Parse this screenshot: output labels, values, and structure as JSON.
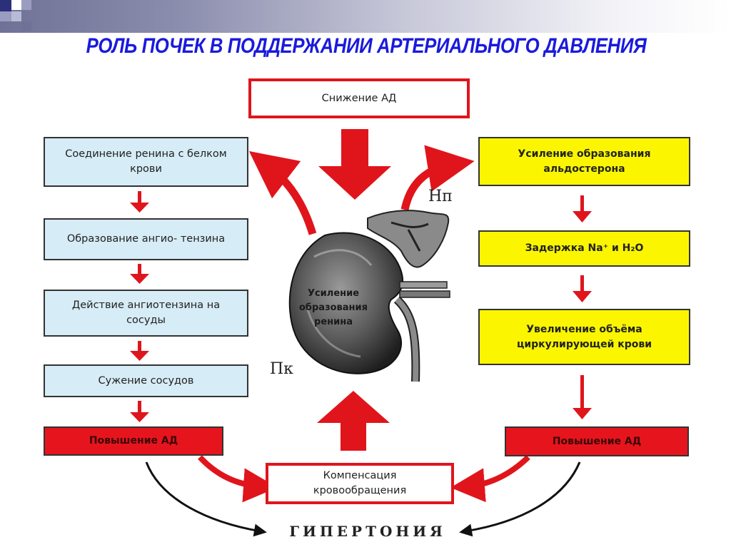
{
  "title": "РОЛЬ ПОЧЕК В ПОДДЕРЖАНИИ АРТЕРИАЛЬНОГО ДАВЛЕНИЯ",
  "top_box": "Снижение АД",
  "left_chain": [
    "Соединение ренина с белком крови",
    "Образование ангио- тензина",
    "Действие ангиотензина на сосуды",
    "Сужение сосудов",
    "Повышение АД"
  ],
  "right_chain": [
    "Усиление образования альдостерона",
    "Задержка Na⁺ и H₂O",
    "Увеличение объёма циркулирующей крови",
    "Повышение АД"
  ],
  "kidney_text": "Усиление образования ренина",
  "label_np": "Нп",
  "label_pk": "Пк",
  "bottom_box": "Компенсация кровообращения",
  "outcome": "ГИПЕРТОНИЯ",
  "colors": {
    "title": "#1a1adc",
    "arrow_red": "#e0151c",
    "blue_box": "#d6ecf6",
    "yellow_box": "#fbf600"
  }
}
